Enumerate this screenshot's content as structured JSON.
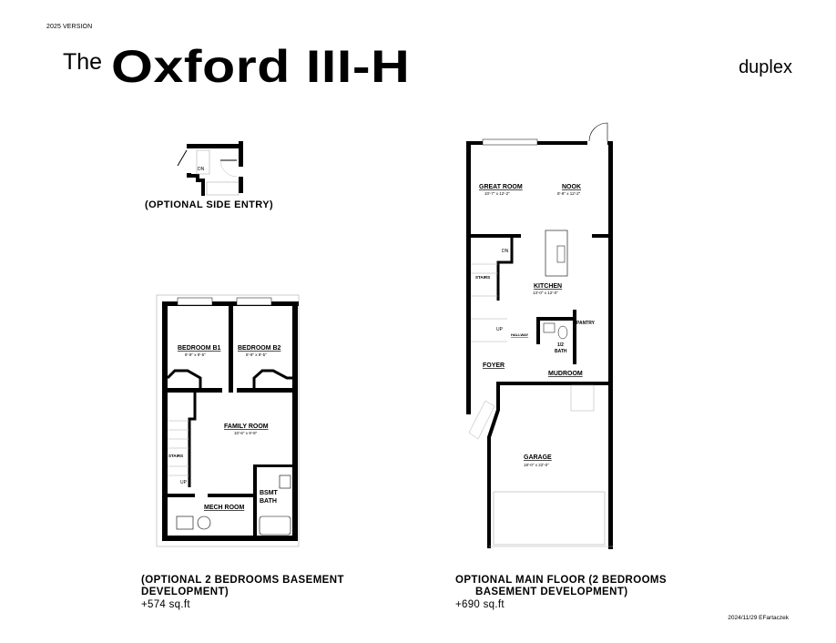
{
  "header": {
    "version": "2025 VERSION",
    "title_prefix": "The",
    "title": "Oxford III-H",
    "home_type": "duplex"
  },
  "side_entry": {
    "caption": "(OPTIONAL SIDE ENTRY)",
    "stair_label": "DN"
  },
  "basement": {
    "caption_line1": "(OPTIONAL 2 BEDROOMS BASEMENT",
    "caption_line2": "DEVELOPMENT)",
    "area": "+574 sq.ft",
    "rooms": [
      {
        "name": "BEDROOM B1",
        "dims": "8'-9\" x 9'-5\""
      },
      {
        "name": "BEDROOM B2",
        "dims": "8'-9\" x 9'-5\""
      },
      {
        "name": "FAMILY ROOM",
        "dims": "10'-6\" x 9'-8\""
      },
      {
        "name": "MECH ROOM",
        "dims": ""
      },
      {
        "name": "BSMT",
        "dims": ""
      },
      {
        "name": "BATH",
        "dims": ""
      }
    ],
    "labels": {
      "stairs": "STAIRS",
      "up": "UP"
    }
  },
  "main_floor": {
    "caption_line1": "OPTIONAL MAIN FLOOR (2 BEDROOMS",
    "caption_line2": "BASEMENT DEVELOPMENT)",
    "area": "+690 sq.ft",
    "rooms": [
      {
        "name": "GREAT ROOM",
        "dims": "10'-7\" x 12'-2\""
      },
      {
        "name": "NOOK",
        "dims": "8'-8\" x 12'-2\""
      },
      {
        "name": "KITCHEN",
        "dims": "13'-0\" x 12'-0\""
      },
      {
        "name": "PANTRY",
        "dims": ""
      },
      {
        "name": "1/2",
        "dims": ""
      },
      {
        "name": "BATH",
        "dims": ""
      },
      {
        "name": "HALLWAY",
        "dims": ""
      },
      {
        "name": "FOYER",
        "dims": ""
      },
      {
        "name": "MUDROOM",
        "dims": ""
      },
      {
        "name": "GARAGE",
        "dims": "18'-0\" x 22'-0\""
      }
    ],
    "labels": {
      "stairs": "STAIRS",
      "up": "UP",
      "dn": "DN"
    }
  },
  "footer": {
    "credit": "2024/11/29 EFartaczek"
  }
}
